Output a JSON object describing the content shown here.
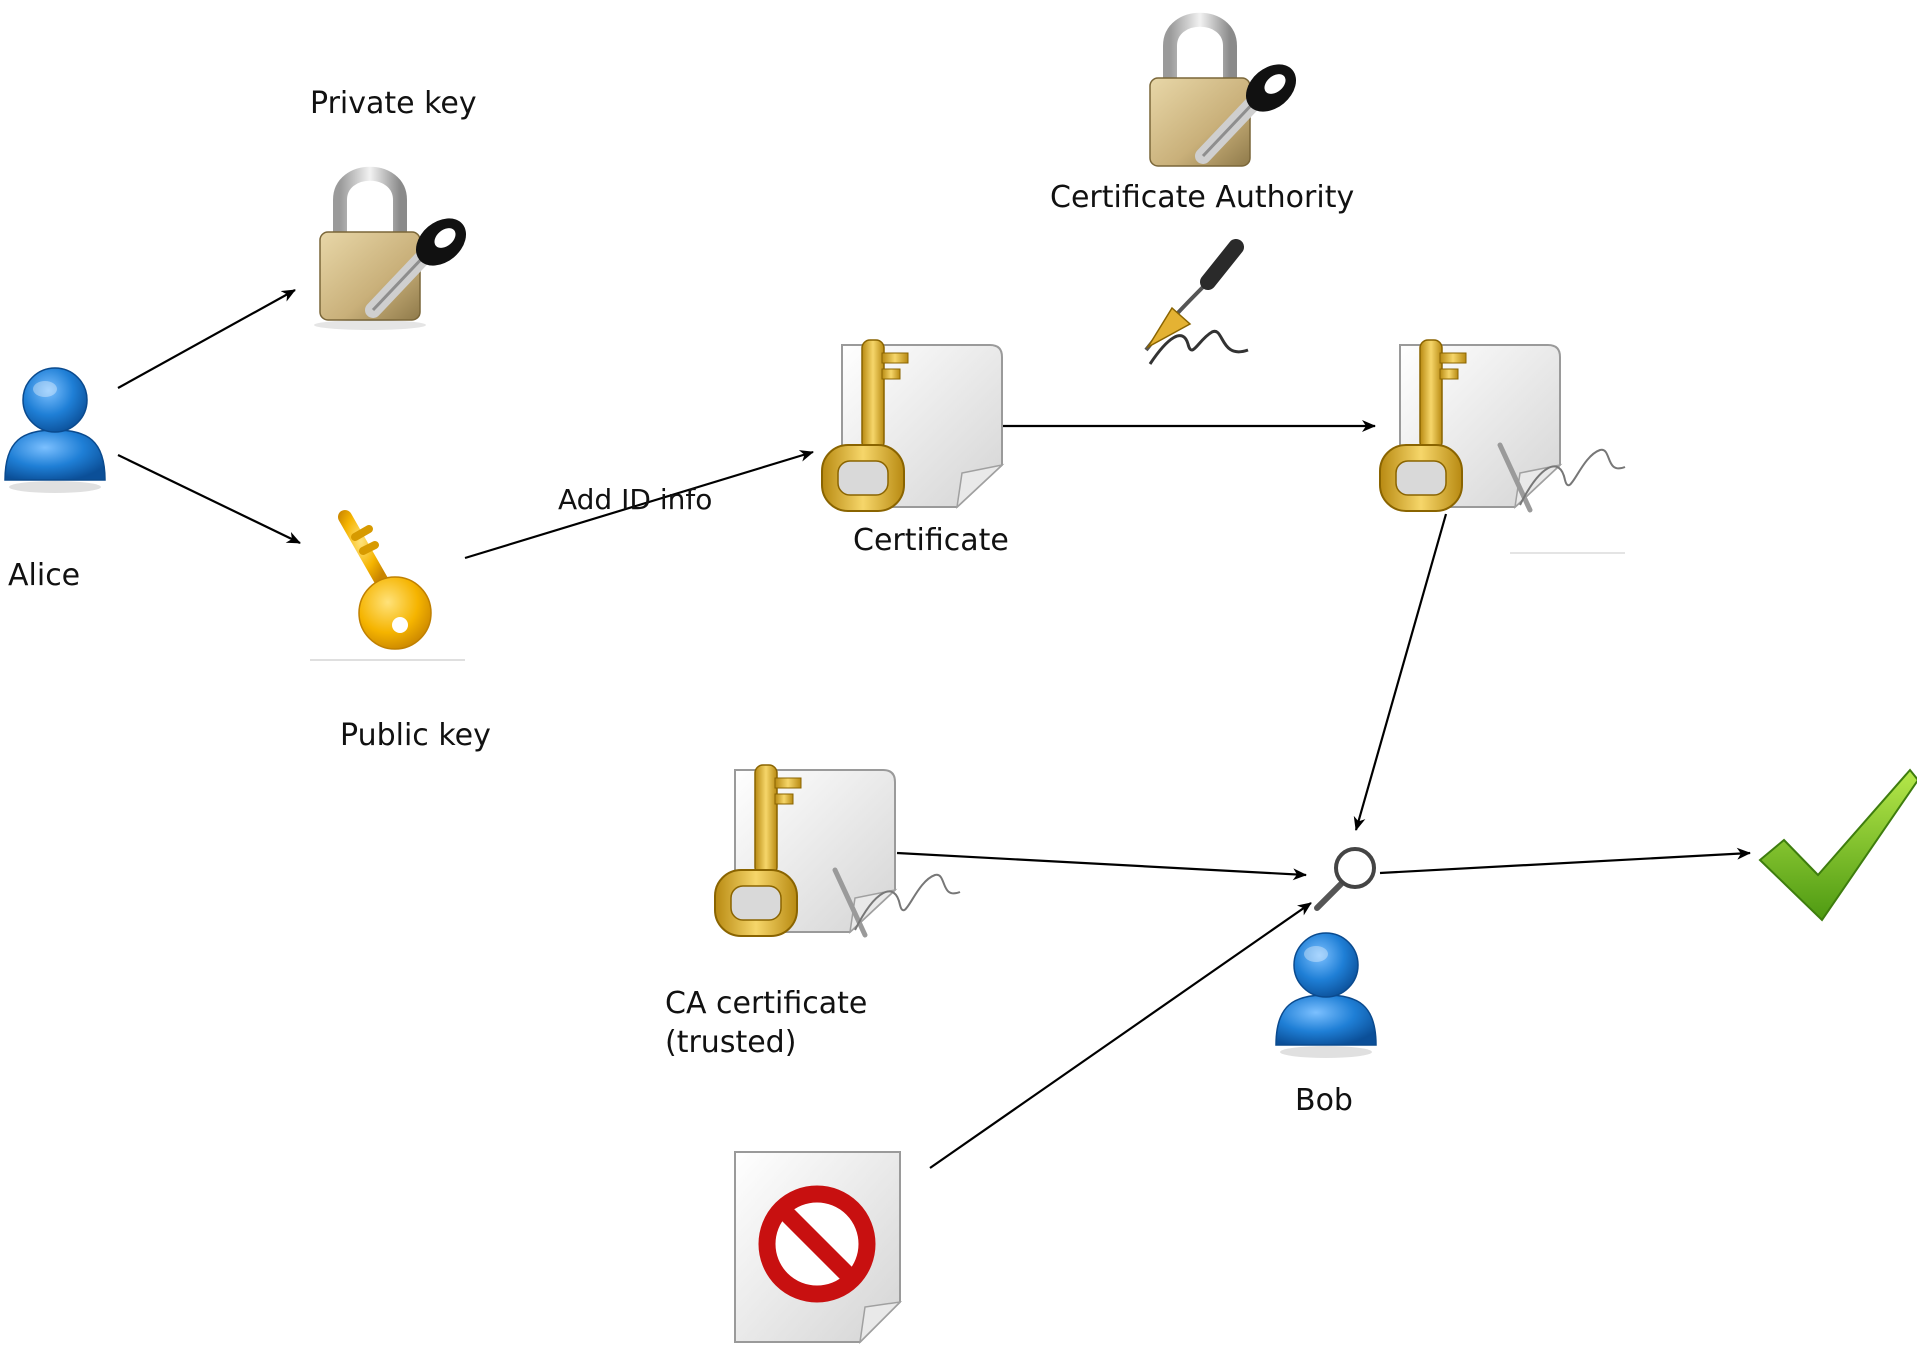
{
  "nodes": {
    "alice": {
      "label": "Alice",
      "icon": "user-icon"
    },
    "private_key": {
      "label": "Private key",
      "icon": "padlock-key-icon"
    },
    "public_key": {
      "label": "Public key",
      "icon": "key-icon"
    },
    "certificate": {
      "label": "Certificate",
      "icon": "certificate-icon"
    },
    "certificate_authority": {
      "label": "Certificate Authority",
      "icon": "padlock-key-icon"
    },
    "signing_pen": {
      "icon": "fountain-pen-signature-icon"
    },
    "signed_certificate": {
      "icon": "signed-certificate-icon"
    },
    "ca_certificate": {
      "label_line1": "CA certificate",
      "label_line2": "(trusted)",
      "icon": "signed-certificate-icon"
    },
    "verifier": {
      "icon": "magnifier-icon"
    },
    "bob": {
      "label": "Bob",
      "icon": "user-icon"
    },
    "revocation_list": {
      "icon": "prohibited-document-icon"
    },
    "valid": {
      "icon": "checkmark-icon"
    }
  },
  "edges": {
    "public_to_certificate": {
      "label": "Add ID info"
    }
  },
  "colors": {
    "user_blue": "#1f7fd6",
    "key_gold": "#f5b400",
    "padlock_gold": "#c9b07a",
    "certificate_key_gold": "#e0b52c",
    "prohibited_red": "#c81010",
    "check_green": "#6fbe1e"
  }
}
